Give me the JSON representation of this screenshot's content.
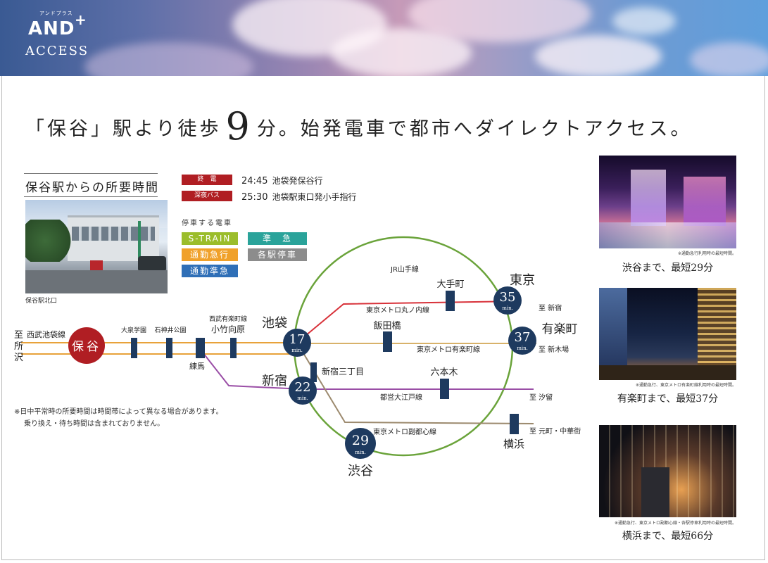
{
  "header": {
    "logo": "AND",
    "logo_plus": "+",
    "logo_ruby": "アンドプラス",
    "section": "ACCESS"
  },
  "headline": {
    "prefix": "「保谷」駅より徒歩",
    "minutes": "9",
    "suffix": "分。始発電車で都市へダイレクトアクセス。"
  },
  "travel": {
    "title": "保谷駅からの所要時間",
    "photo_caption": "保谷駅北口"
  },
  "timetable": [
    {
      "tag": "終　電",
      "time": "24:45",
      "desc": "池袋発保谷行"
    },
    {
      "tag": "深夜バス",
      "time": "25:30",
      "desc": "池袋駅東口発小手指行"
    }
  ],
  "legend": {
    "title": "停車する電車",
    "items": [
      {
        "label": "S-TRAIN",
        "color": "#9bbd2b"
      },
      {
        "label": "準　急",
        "color": "#2aa39a"
      },
      {
        "label": "通勤急行",
        "color": "#f0a12a"
      },
      {
        "label": "各駅停車",
        "color": "#8c8c8c"
      },
      {
        "label": "通勤準急",
        "color": "#2f6fb7"
      }
    ]
  },
  "map": {
    "origin": "保谷",
    "dir_left": "至所沢",
    "seibu_line": "西武池袋線",
    "yamanote": "JR山手線",
    "stations_small": [
      "大泉学園",
      "石神井公園",
      "練馬"
    ],
    "kotake_line": "西武有楽町線",
    "kotake": "小竹向原",
    "hubs": [
      {
        "name": "池袋",
        "minutes": "17"
      },
      {
        "name": "新宿",
        "minutes": "22"
      },
      {
        "name": "渋谷",
        "minutes": "29"
      },
      {
        "name": "東京",
        "minutes": "35"
      },
      {
        "name": "有楽町",
        "minutes": "37"
      }
    ],
    "min_unit": "min.",
    "lines": [
      {
        "name": "東京メトロ丸ノ内線",
        "station": "大手町",
        "dest": "至 新宿"
      },
      {
        "name": "東京メトロ有楽町線",
        "station": "飯田橋",
        "dest": "至 新木場"
      },
      {
        "name": "都営大江戸線",
        "station": "六本木",
        "dest": "至 汐留"
      },
      {
        "name": "東京メトロ副都心線",
        "station": "横浜",
        "dest": "至 元町・中華街"
      }
    ],
    "shinjuku3": "新宿三丁目",
    "colors": {
      "marunouchi": "#d8323a",
      "yurakucho": "#d8b26a",
      "oedo": "#9a4ea6",
      "fukutoshin": "#9c8a6e",
      "yamanote": "#6aa33a",
      "seibu": "#e8a23a",
      "hub": "#1e3a5f",
      "origin": "#b01e23"
    }
  },
  "notes": [
    "※日中平常時の所要時間は時間帯によって異なる場合があります。",
    "乗り換え・待ち時間は含まれておりません。"
  ],
  "destinations": [
    {
      "caption": "渋谷まで、最短29分",
      "small": "※通勤急行利用時の最短時間。"
    },
    {
      "caption": "有楽町まで、最短37分",
      "small": "※通勤急行、東京メトロ有楽町線利用時の最短時間。"
    },
    {
      "caption": "横浜まで、最短66分",
      "small": "※通勤急行、東京メトロ副都心線・各駅停車利用時の最短時間。"
    }
  ]
}
